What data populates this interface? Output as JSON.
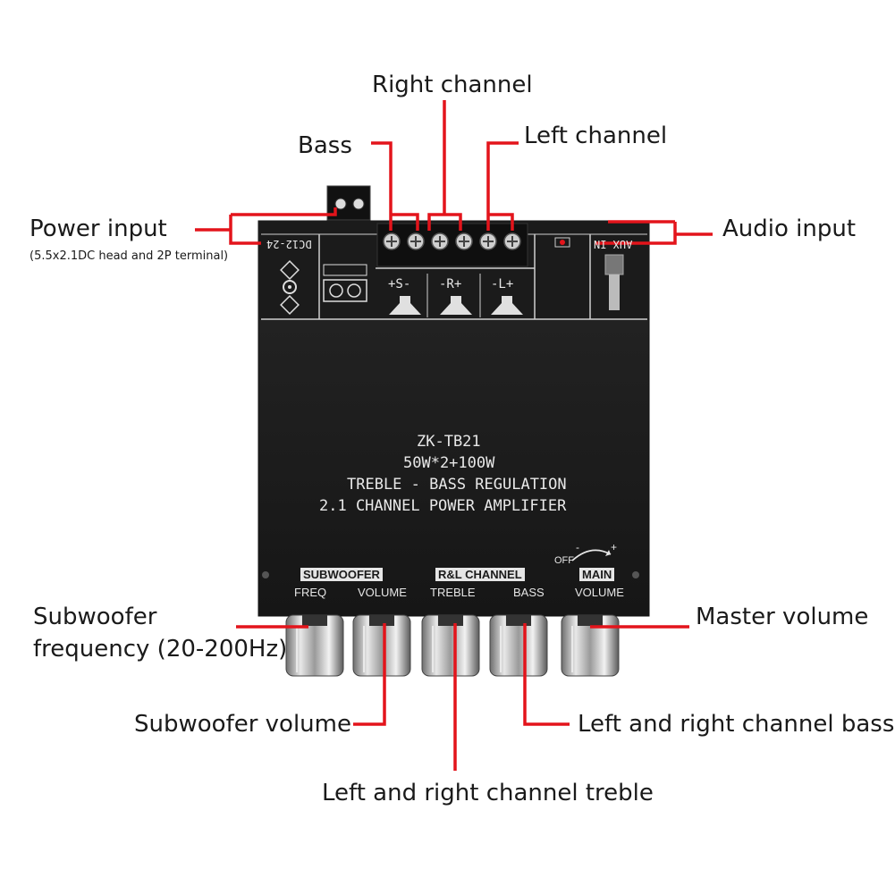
{
  "callouts": {
    "right_channel": "Right channel",
    "bass": "Bass",
    "left_channel": "Left channel",
    "power_input": "Power input",
    "power_input_note": "(5.5x2.1DC head and 2P terminal)",
    "audio_input": "Audio input",
    "subwoofer_freq_1": "Subwoofer",
    "subwoofer_freq_2": "frequency (20-200Hz)",
    "master_volume": "Master volume",
    "subwoofer_volume": "Subwoofer volume",
    "lr_bass": "Left and right channel bass",
    "lr_treble": "Left and right channel treble"
  },
  "board": {
    "model": "ZK-TB21",
    "power": "50W*2+100W",
    "line3": "TREBLE - BASS REGULATION",
    "line4": "2.1 CHANNEL POWER AMPLIFIER",
    "dc_label": "DC12-24",
    "aux_label": "AUX IN",
    "terminal_s": "+S-",
    "terminal_r": "-R+",
    "terminal_l": "-L+",
    "subwoofer_header": "SUBWOOFER",
    "freq_label": "FREQ",
    "volume_label": "VOLUME",
    "rl_header": "R&L CHANNEL",
    "treble_label": "TREBLE",
    "bass_label": "BASS",
    "main_header": "MAIN",
    "main_volume_label": "VOLUME",
    "off_label": "OFF",
    "minus": "-",
    "plus": "+"
  },
  "colors": {
    "leader": "#e3141b",
    "board": "#1f1f1f",
    "knob": "#bfbfbf",
    "text": "#1a1a1a"
  }
}
